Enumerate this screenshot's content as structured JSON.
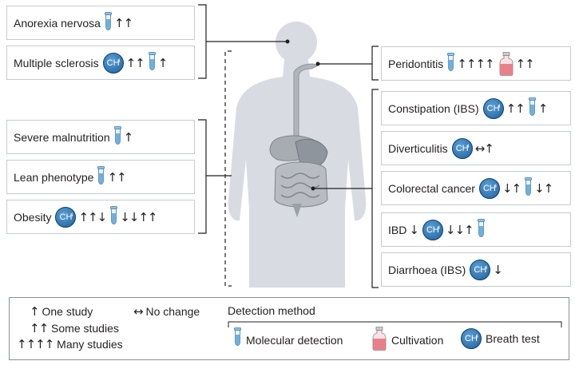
{
  "left_boxes": [
    {
      "label": "Anorexia nervosa",
      "items": [
        {
          "type": "tube"
        },
        {
          "type": "arrows",
          "text": "↑↑"
        }
      ]
    },
    {
      "label": "Multiple sclerosis",
      "items": [
        {
          "type": "ch4"
        },
        {
          "type": "arrows",
          "text": "↑↑"
        },
        {
          "type": "tube"
        },
        {
          "type": "arrows",
          "text": "↑"
        }
      ]
    },
    {
      "label": "Severe malnutrition",
      "items": [
        {
          "type": "tube"
        },
        {
          "type": "arrows",
          "text": "↑"
        }
      ]
    },
    {
      "label": "Lean phenotype",
      "items": [
        {
          "type": "tube"
        },
        {
          "type": "arrows",
          "text": "↑↑"
        }
      ]
    },
    {
      "label": "Obesity",
      "items": [
        {
          "type": "ch4"
        },
        {
          "type": "arrows",
          "text": "↑↑↓"
        },
        {
          "type": "tube"
        },
        {
          "type": "arrows",
          "text": "↓↓↑↑"
        }
      ]
    }
  ],
  "right_boxes": [
    {
      "label": "Peridontitis",
      "items": [
        {
          "type": "tube"
        },
        {
          "type": "arrows",
          "text": "↑↑↑↑"
        },
        {
          "type": "flask"
        },
        {
          "type": "arrows",
          "text": "↑↑"
        }
      ]
    },
    {
      "label": "Constipation (IBS)",
      "items": [
        {
          "type": "ch4"
        },
        {
          "type": "arrows",
          "text": "↑↑"
        },
        {
          "type": "tube"
        },
        {
          "type": "arrows",
          "text": "↑"
        }
      ]
    },
    {
      "label": "Diverticulitis",
      "items": [
        {
          "type": "ch4"
        },
        {
          "type": "arrows",
          "text": "↔↑"
        }
      ]
    },
    {
      "label": "Colorectal cancer",
      "items": [
        {
          "type": "ch4"
        },
        {
          "type": "arrows",
          "text": "↓↑"
        },
        {
          "type": "tube"
        },
        {
          "type": "arrows",
          "text": "↓↑"
        }
      ]
    },
    {
      "label": "IBD",
      "items": [
        {
          "type": "arrows",
          "text": "↓"
        },
        {
          "type": "ch4"
        },
        {
          "type": "arrows",
          "text": "↓↓↑"
        },
        {
          "type": "tube"
        }
      ]
    },
    {
      "label": "Diarrhoea (IBS)",
      "items": [
        {
          "type": "ch4"
        },
        {
          "type": "arrows",
          "text": "↓"
        }
      ]
    }
  ],
  "ch4_label": "CH",
  "ch4_sub": "4",
  "legend": {
    "one_study_sym": "↑",
    "one_study": "One study",
    "no_change_sym": "↔",
    "no_change": "No change",
    "some_studies_sym": "↑↑",
    "some_studies": "Some studies",
    "many_studies_sym": "↑↑↑↑",
    "many_studies": "Many studies",
    "detection_title": "Detection method",
    "molecular": "Molecular detection",
    "cultivation": "Cultivation",
    "breath": "Breath test"
  },
  "colors": {
    "tube": "#6fb0dd",
    "ch4": "#2b6cb0",
    "flask": "#e8808a",
    "body": "#d9dde3",
    "organs": "#9aa0a8"
  }
}
